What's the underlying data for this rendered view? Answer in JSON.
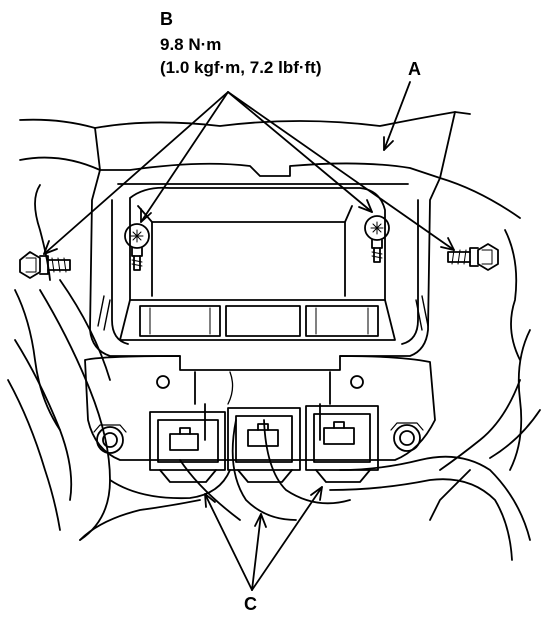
{
  "labels": {
    "b": "B",
    "torque_nm": "9.8 N·m",
    "torque_alt": "(1.0 kgf·m, 7.2 lbf·ft)",
    "a": "A",
    "c": "C"
  },
  "colors": {
    "line": "#000000",
    "background": "#ffffff"
  }
}
